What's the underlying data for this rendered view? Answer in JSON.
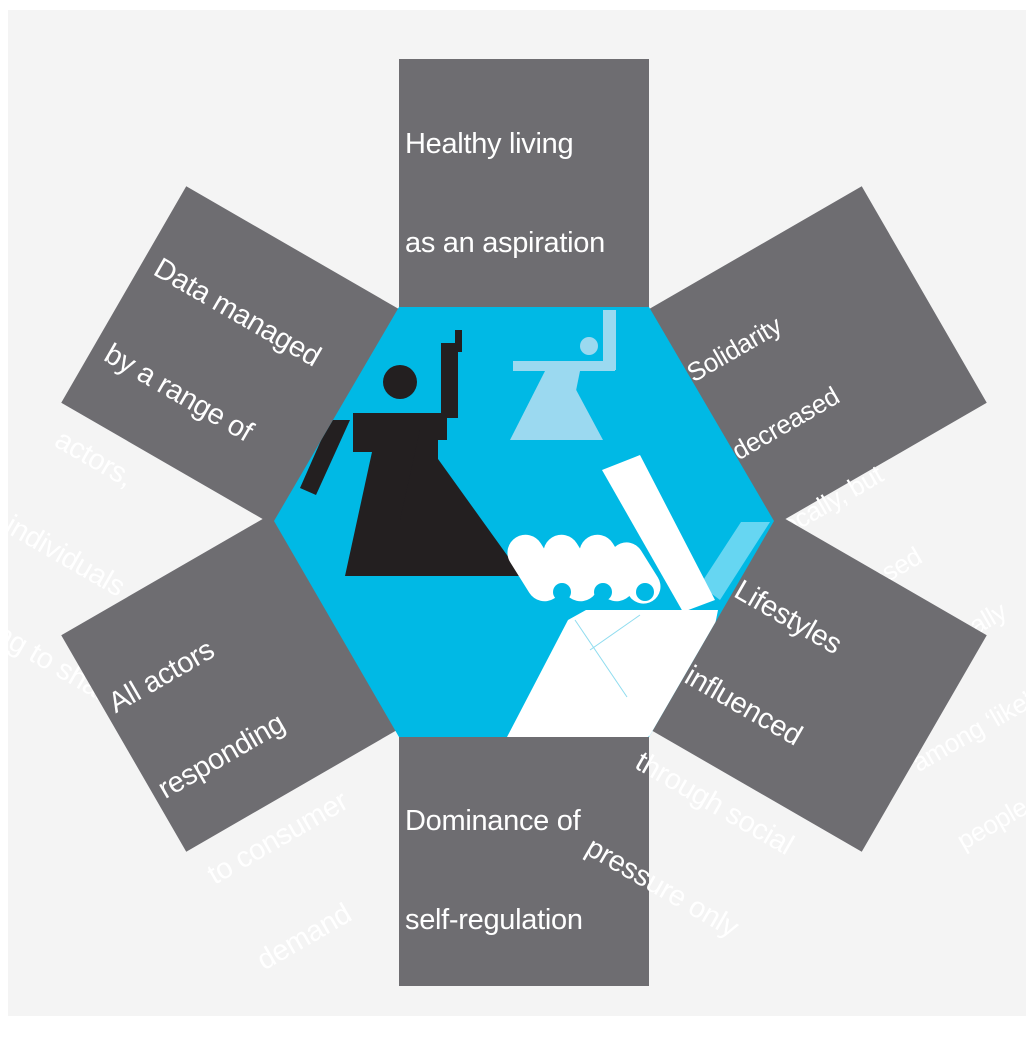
{
  "colors": {
    "background": "#f4f4f4",
    "panel": "#6e6d71",
    "hexagon": "#00b9e5",
    "figure_dark": "#231f20",
    "figure_light": "#9bd9f0",
    "hand_white": "#ffffff",
    "hand_accent": "#66d6f2"
  },
  "panels": {
    "top": {
      "lines": [
        "Healthy living",
        "as an aspiration"
      ]
    },
    "top_left": {
      "lines": [
        "Data managed",
        "by a range of",
        "actors,",
        "individuals",
        "willing to share"
      ]
    },
    "top_right": {
      "lines": [
        "Solidarity",
        "decreased",
        "locally, but",
        "increased",
        "internationally",
        "among ‘like’",
        "people"
      ]
    },
    "bottom_left": {
      "lines": [
        "All actors",
        "responding",
        "to consumer",
        "demand"
      ]
    },
    "bottom_right": {
      "lines": [
        "Lifestyles",
        "influenced",
        "through social",
        "pressure only"
      ]
    },
    "bottom": {
      "lines": [
        "Dominance of",
        "self-regulation"
      ]
    }
  },
  "icons": [
    "person-raising-hand-icon",
    "seated-person-icon",
    "pointing-hand-icon"
  ]
}
